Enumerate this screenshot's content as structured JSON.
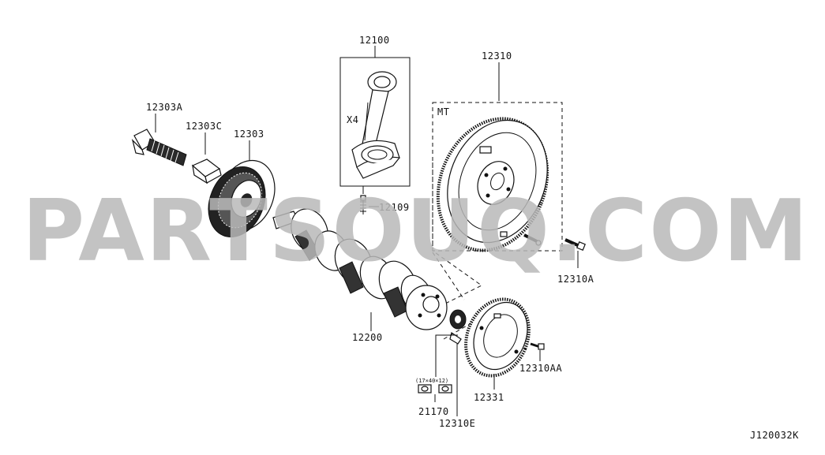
{
  "watermark": "PARTSOUQ.COM",
  "diagram_code": "J120032K",
  "box_labels": {
    "x4": "X4",
    "mt": "MT"
  },
  "parts": {
    "p12100": "12100",
    "p12109": "12109",
    "p12303A": "12303A",
    "p12303C": "12303C",
    "p12303": "12303",
    "p12310": "12310",
    "p12310A": "12310A",
    "p12200": "12200",
    "p12310AA": "12310AA",
    "p12331": "12331",
    "p21170": "21170",
    "p12310E": "12310E"
  },
  "seal_size": "(17×40×12)"
}
